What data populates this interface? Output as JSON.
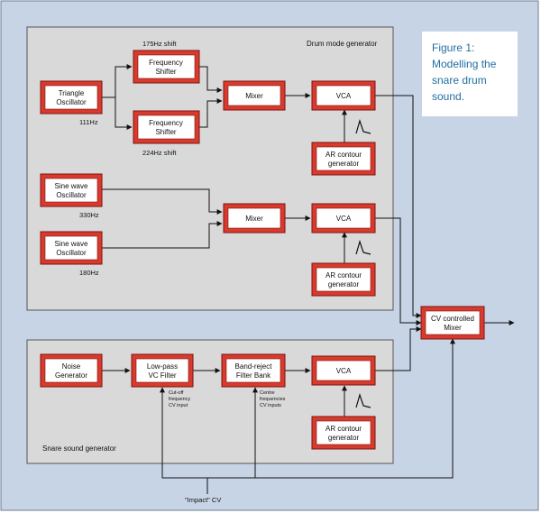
{
  "figure": {
    "caption": [
      "Figure 1:",
      "Modelling the",
      "snare drum",
      "sound."
    ],
    "caption_color": "#1f6ea3"
  },
  "panels": {
    "drum_mode": "Drum mode generator",
    "snare": "Snare sound generator"
  },
  "blocks": {
    "triangle_osc": [
      "Triangle",
      "Oscillator"
    ],
    "freq_shifter_1": [
      "Frequency",
      "Shifter"
    ],
    "freq_shifter_2": [
      "Frequency",
      "Shifter"
    ],
    "mixer_1": [
      "Mixer"
    ],
    "vca_1": [
      "VCA"
    ],
    "ar_1": [
      "AR contour",
      "generator"
    ],
    "sine_osc_1": [
      "Sine wave",
      "Oscillator"
    ],
    "sine_osc_2": [
      "Sine wave",
      "Oscillator"
    ],
    "mixer_2": [
      "Mixer"
    ],
    "vca_2": [
      "VCA"
    ],
    "ar_2": [
      "AR contour",
      "generator"
    ],
    "cv_mixer": [
      "CV controlled",
      "Mixer"
    ],
    "noise_gen": [
      "Noise",
      "Generator"
    ],
    "lowpass": [
      "Low-pass",
      "VC Filter"
    ],
    "band_reject": [
      "Band-reject",
      "Filter Bank"
    ],
    "vca_3": [
      "VCA"
    ],
    "ar_3": [
      "AR contour",
      "generator"
    ]
  },
  "labels": {
    "shift_175": "175Hz shift",
    "shift_224": "224Hz shift",
    "freq_111": "111Hz",
    "freq_330": "330Hz",
    "freq_180": "180Hz",
    "cutoff_cv": [
      "Cut-off",
      "frequency",
      "CV input"
    ],
    "centre_cv": [
      "Centre",
      "frequencies",
      "CV inputs"
    ],
    "impact_cv": "\"Impact\" CV"
  }
}
